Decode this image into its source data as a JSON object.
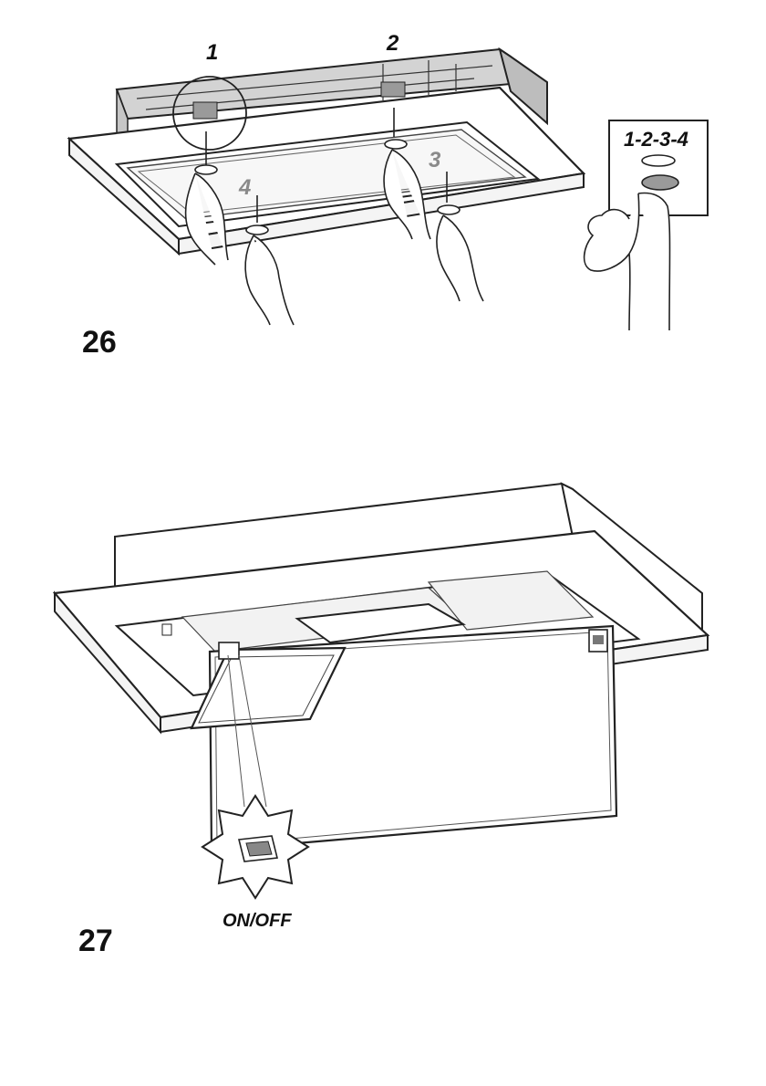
{
  "figure26": {
    "number": "26",
    "callout_1": "1",
    "callout_2": "2",
    "callout_3": "3",
    "callout_4": "4",
    "inset_sequence": "1-2-3-4"
  },
  "figure27": {
    "number": "27",
    "switch_label": "ON/OFF"
  }
}
